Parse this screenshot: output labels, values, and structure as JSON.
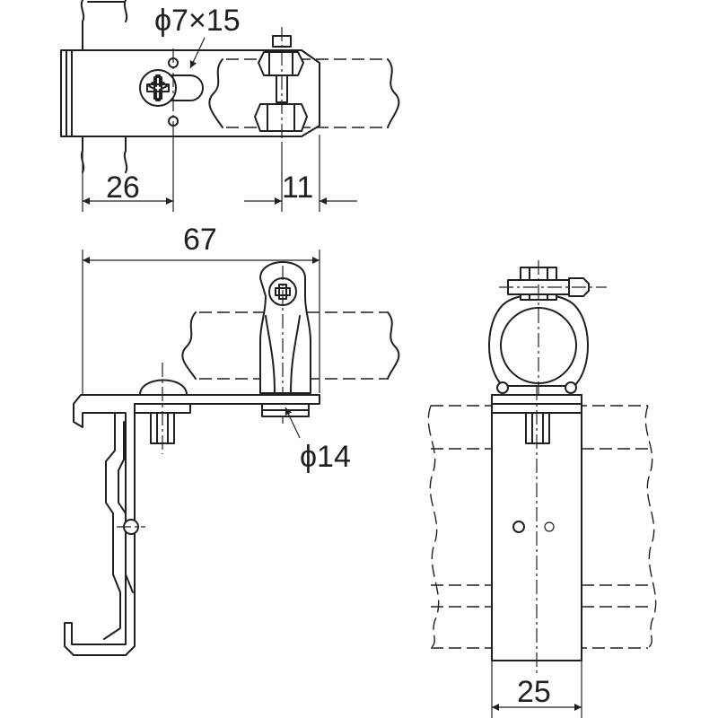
{
  "dimensions": {
    "slot": "ϕ7×15",
    "offset_left": "26",
    "edge_right": "11",
    "total_width": "67",
    "pipe_diameter": "ϕ14",
    "depth": "25"
  }
}
